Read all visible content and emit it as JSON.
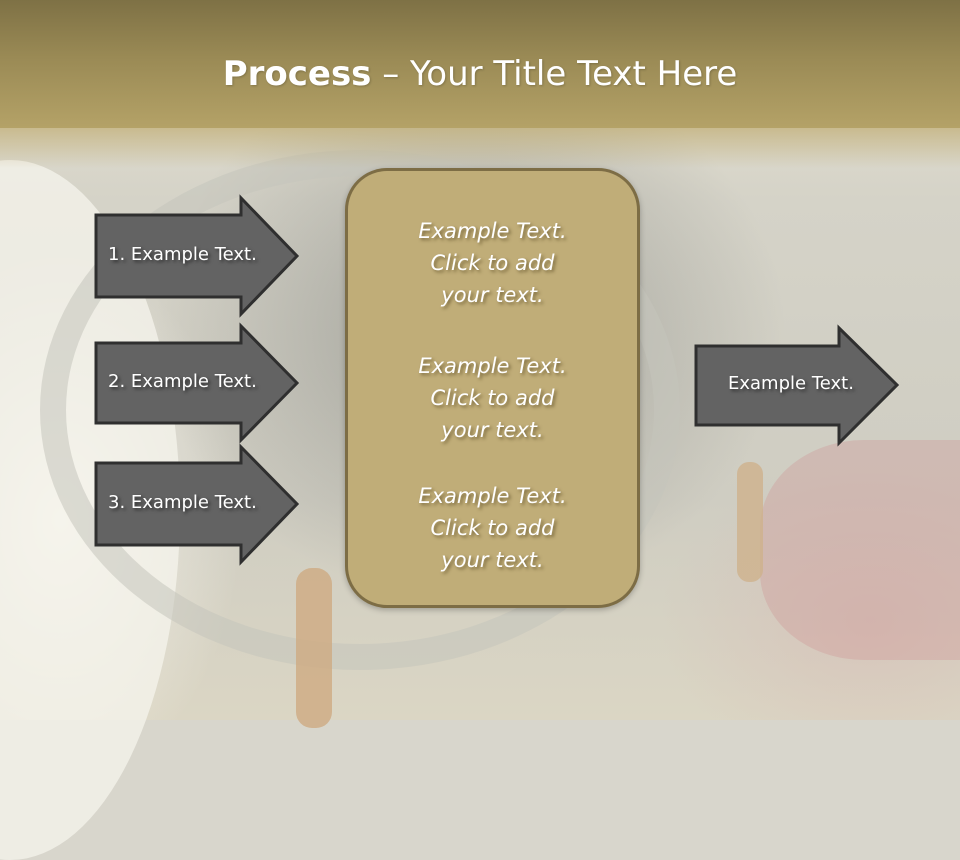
{
  "slide": {
    "title_bold": "Process",
    "title_rest": " – Your Title Text Here",
    "colors": {
      "title_band": "#9a8a55",
      "arrow_fill": "#636363",
      "arrow_border": "#2f2f2f",
      "box_fill": "#c0ad78",
      "box_border": "#7d6d45",
      "text": "#ffffff"
    }
  },
  "left_arrows": [
    {
      "label": "1. Example Text."
    },
    {
      "label": "2. Example Text."
    },
    {
      "label": "3. Example Text."
    }
  ],
  "center_box": {
    "items": [
      {
        "line1": "Example Text.",
        "line2": "Click  to add",
        "line3": "your text."
      },
      {
        "line1": "Example Text.",
        "line2": "Click  to add",
        "line3": "your text."
      },
      {
        "line1": "Example Text.",
        "line2": "Click  to add",
        "line3": "your text."
      }
    ]
  },
  "right_arrow": {
    "label": "Example Text."
  }
}
